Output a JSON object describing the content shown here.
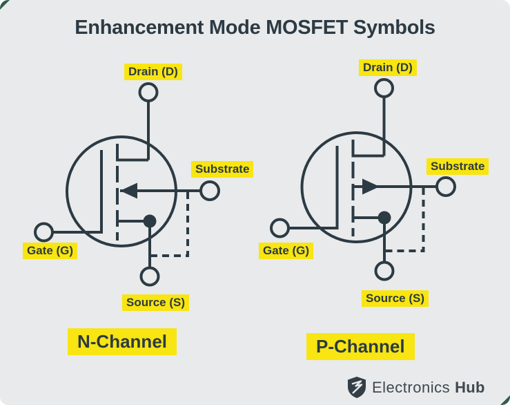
{
  "title": "Enhancement Mode MOSFET Symbols",
  "diagram": {
    "n_channel": {
      "label": "N-Channel",
      "terminals": {
        "drain": "Drain (D)",
        "gate": "Gate (G)",
        "source": "Source (S)",
        "substrate": "Substrate"
      }
    },
    "p_channel": {
      "label": "P-Channel",
      "terminals": {
        "drain": "Drain (D)",
        "gate": "Gate (G)",
        "source": "Source (S)",
        "substrate": "Substrate"
      }
    }
  },
  "branding": {
    "brand_regular": "Electronics",
    "brand_bold": "Hub",
    "icon": "shield-bolt-icon"
  },
  "colors": {
    "background": "#e9eaeb",
    "ink": "#2c3a43",
    "highlight_yellow": "#f8e511",
    "corner_accent_green": "#2f5d4b",
    "logo_text": "#3d4850"
  }
}
